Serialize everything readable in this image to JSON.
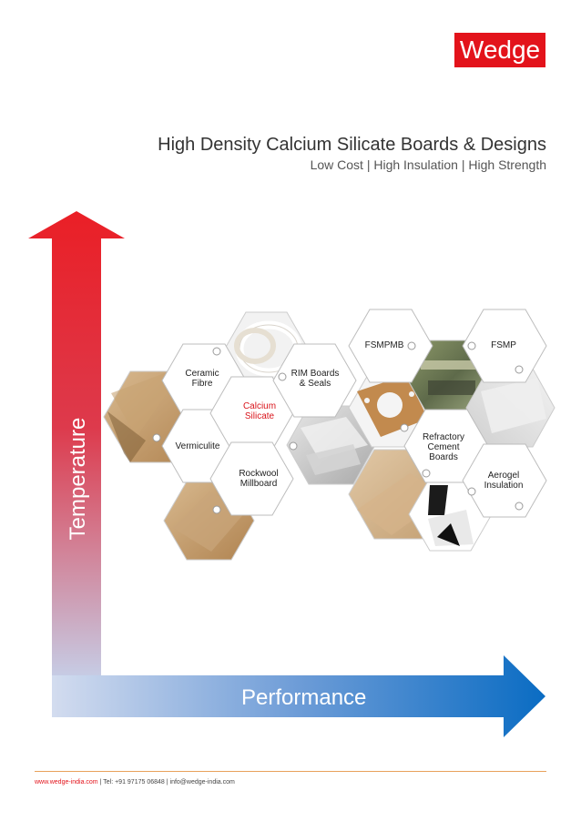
{
  "brand": {
    "logo_text": "Wedge",
    "accent": "#e3131b"
  },
  "header": {
    "title": "High Density Calcium Silicate Boards & Designs",
    "subtitle": "Low Cost | High Insulation | High Strength"
  },
  "axes": {
    "x_label": "Performance",
    "y_label": "Temperature"
  },
  "products": [
    {
      "label": "Ceramic\nFibre",
      "highlight": false
    },
    {
      "label": "Vermiculite",
      "highlight": false
    },
    {
      "label": "Calcium\nSilicate",
      "highlight": true
    },
    {
      "label": "Rockwool\nMillboard",
      "highlight": false
    },
    {
      "label": "RIM Boards\n& Seals",
      "highlight": false
    },
    {
      "label": "FSMPMB",
      "highlight": false
    },
    {
      "label": "Refractory\nCement\nBoards",
      "highlight": false
    },
    {
      "label": "FSMP",
      "highlight": false
    },
    {
      "label": "Aerogel\nInsulation",
      "highlight": false
    }
  ],
  "footer": {
    "website": "www.wedge-india.com",
    "sep1": " | ",
    "phone": "Tel: +91 97175 06848",
    "sep2": " | ",
    "email": "info@wedge-india.com"
  }
}
